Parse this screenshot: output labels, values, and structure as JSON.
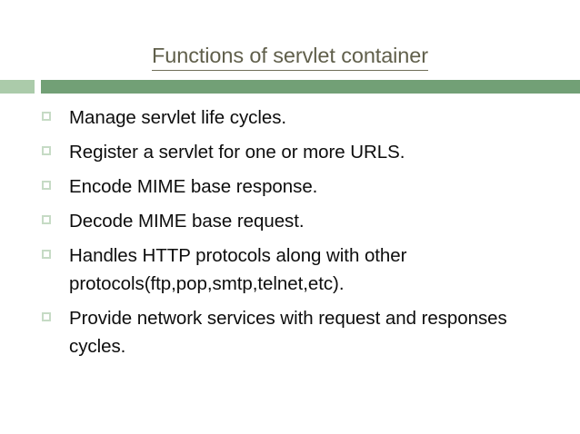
{
  "slide": {
    "title": "Functions of servlet container",
    "bullets": [
      {
        "text": "Manage servlet life cycles."
      },
      {
        "text": "Register a servlet for one or more URLS."
      },
      {
        "text": "Encode MIME base response."
      },
      {
        "text": "Decode MIME base request."
      },
      {
        "text": "Handles HTTP protocols along with other protocols(ftp,pop,smtp,telnet,etc)."
      },
      {
        "text": "Provide network services with request and responses cycles."
      }
    ]
  },
  "colors": {
    "title_text": "#605f4b",
    "title_underline": "#6f6e58",
    "bar_light_green": "#abcbaa",
    "bar_green": "#72a076",
    "bullet_marker_border": "#c6dbc5",
    "body_text": "#0d0d0d",
    "background": "#ffffff"
  }
}
